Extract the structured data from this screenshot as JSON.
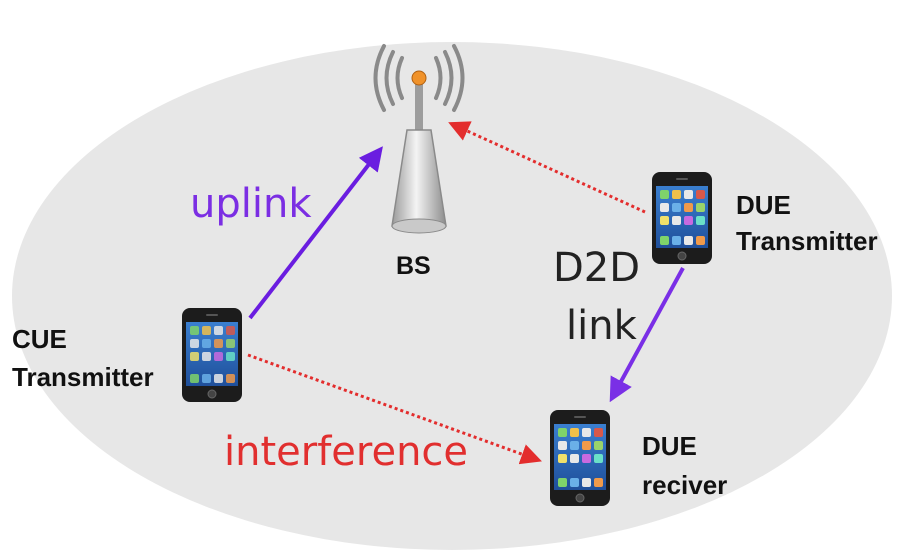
{
  "colors": {
    "background_ellipse": "#e7e7e7",
    "uplink_arrow": "#6a1de0",
    "d2d_arrow": "#7a2fe6",
    "interference_arrow": "#e32d2d",
    "uplink_text": "#7b2ee3",
    "interference_text": "#e12f2f",
    "label_text": "#111111",
    "tower_top_dot": "#f0922a"
  },
  "nodes": {
    "bs": {
      "label": "BS",
      "icon": "cell-tower-icon"
    },
    "cue_transmitter": {
      "label_line1": "CUE",
      "label_line2": "Transmitter",
      "icon": "smartphone-icon"
    },
    "due_transmitter": {
      "label_line1": "DUE",
      "label_line2": "Transmitter",
      "icon": "smartphone-icon"
    },
    "due_receiver": {
      "label_line1": "DUE",
      "label_line2": "reciver",
      "icon": "smartphone-icon"
    }
  },
  "links": {
    "uplink": {
      "label": "uplink",
      "style": "solid"
    },
    "d2d": {
      "label_line1": "D2D",
      "label_line2": "link",
      "style": "solid"
    },
    "interference": {
      "label": "interference",
      "style": "dotted"
    },
    "due_to_bs_interference": {
      "style": "dotted"
    }
  }
}
